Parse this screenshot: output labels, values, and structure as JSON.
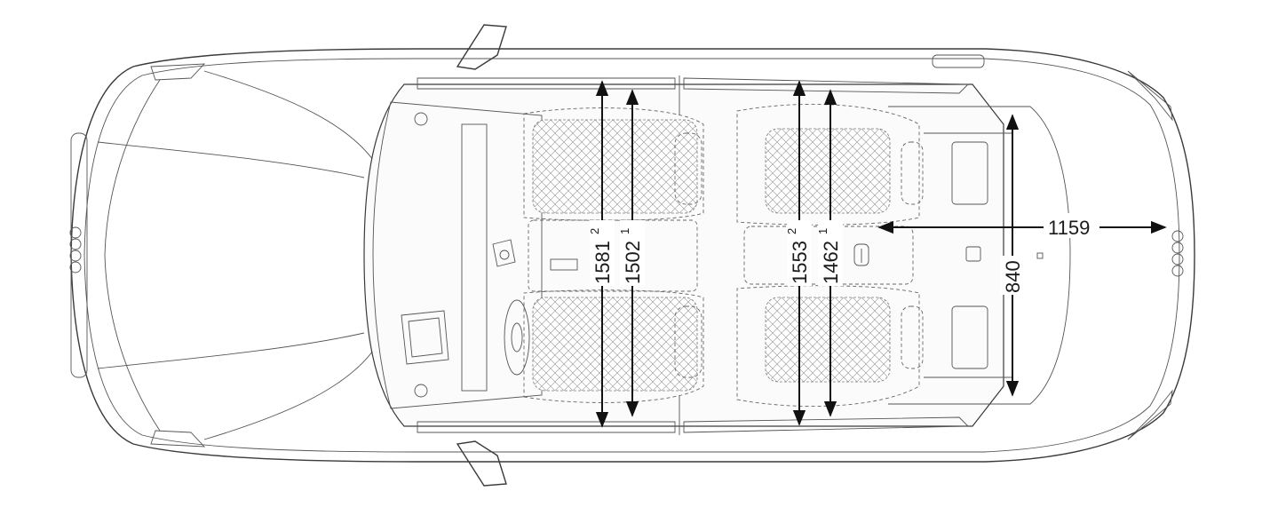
{
  "dimensions": {
    "front_shoulder_width": {
      "value": "1581",
      "note": "2"
    },
    "front_elbow_width": {
      "value": "1502",
      "note": "1"
    },
    "rear_shoulder_width": {
      "value": "1553",
      "note": "2"
    },
    "rear_elbow_width": {
      "value": "1462",
      "note": "1"
    },
    "trunk_length": {
      "value": "1159"
    },
    "trunk_width": {
      "value": "840"
    }
  }
}
